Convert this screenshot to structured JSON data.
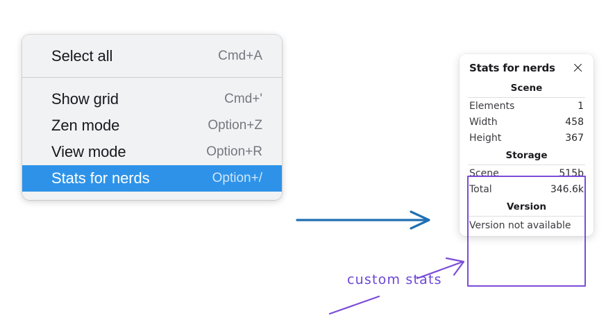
{
  "context_menu": {
    "groups": [
      {
        "items": [
          {
            "label": "Select all",
            "shortcut": "Cmd+A",
            "selected": false
          }
        ]
      },
      {
        "items": [
          {
            "label": "Show grid",
            "shortcut": "Cmd+'",
            "selected": false
          },
          {
            "label": "Zen mode",
            "shortcut": "Option+Z",
            "selected": false
          },
          {
            "label": "View mode",
            "shortcut": "Option+R",
            "selected": false
          },
          {
            "label": "Stats for nerds",
            "shortcut": "Option+/",
            "selected": true
          }
        ]
      }
    ]
  },
  "stats_panel": {
    "title": "Stats for nerds",
    "close_icon": "close-icon",
    "sections": [
      {
        "heading": "Scene",
        "rows": [
          {
            "key": "Elements",
            "value": "1"
          },
          {
            "key": "Width",
            "value": "458"
          },
          {
            "key": "Height",
            "value": "367"
          }
        ]
      },
      {
        "heading": "Storage",
        "rows": [
          {
            "key": "Scene",
            "value": "515b"
          },
          {
            "key": "Total",
            "value": "346.6k"
          }
        ]
      },
      {
        "heading": "Version",
        "plain": "Version not available"
      }
    ]
  },
  "annotations": {
    "custom_stats_label": "custom stats",
    "blue_arrow": "arrow-menu-to-panel",
    "purple_arrow": "arrow-label-to-storage-box",
    "purple_underline": "underline-stroke"
  },
  "colors": {
    "menu_highlight": "#2e93e8",
    "annotation_purple": "#7b4bd8",
    "annotation_blue": "#1f6fb2",
    "menu_background": "#f1f2f4"
  }
}
